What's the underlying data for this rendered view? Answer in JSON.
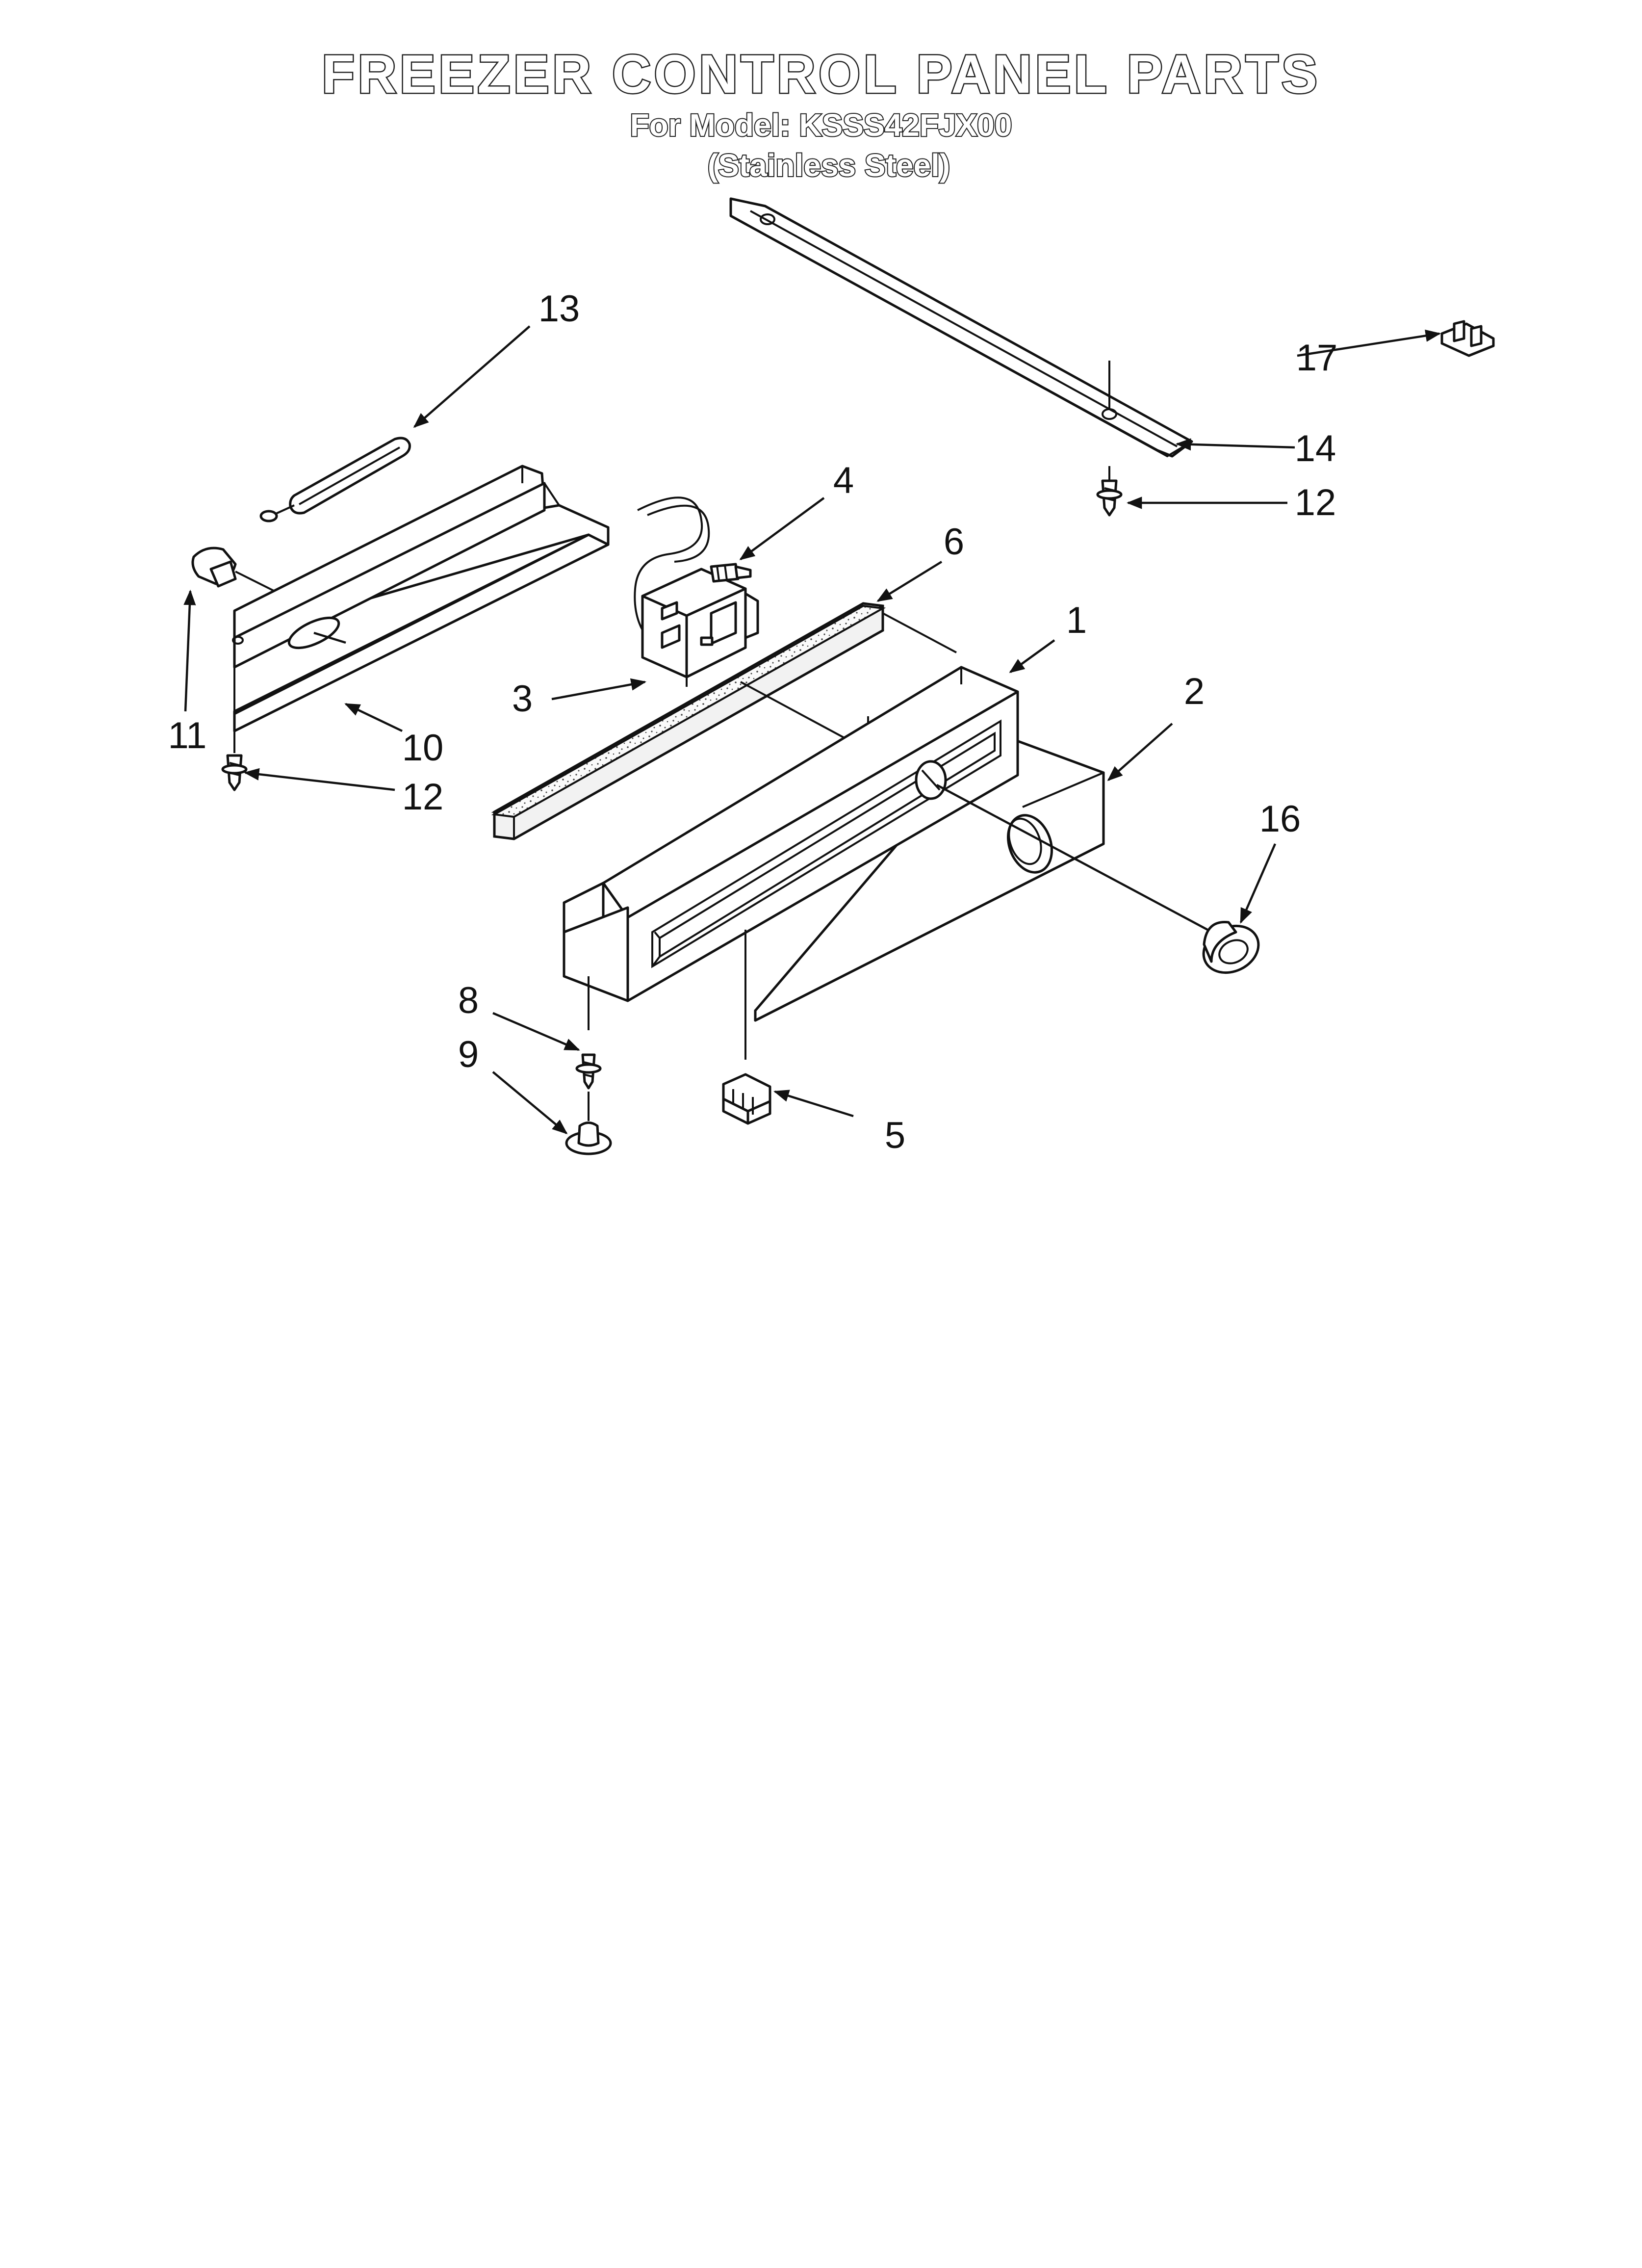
{
  "header": {
    "title": "FREEZER CONTROL PANEL PARTS",
    "model_line": "For Model: KSSS42FJX00",
    "variant_line": "(Stainless Steel)"
  },
  "callouts": {
    "c1": "1",
    "c2": "2",
    "c3": "3",
    "c4": "4",
    "c5": "5",
    "c6": "6",
    "c8": "8",
    "c9": "9",
    "c10": "10",
    "c11": "11",
    "c12a": "12",
    "c12b": "12",
    "c13": "13",
    "c14": "14",
    "c16": "16",
    "c17": "17"
  }
}
